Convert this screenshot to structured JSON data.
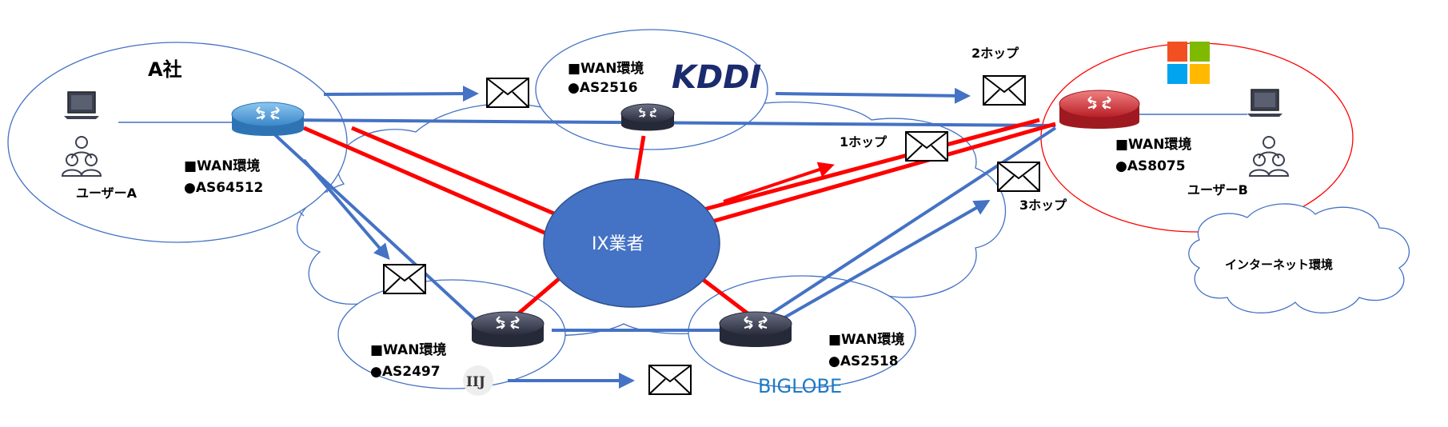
{
  "company": {
    "name": "A社"
  },
  "user_a": {
    "label": "ユーザーA"
  },
  "user_b": {
    "label": "ユーザーB"
  },
  "as_a": {
    "env": "■WAN環境",
    "as": "●AS64512"
  },
  "as_kddi": {
    "env": "■WAN環境",
    "as": "●AS2516",
    "logo": "KDDI"
  },
  "as_iij": {
    "env": "■WAN環境",
    "as": "●AS2497",
    "logo": "IIJ"
  },
  "as_biglobe": {
    "env": "■WAN環境",
    "as": "●AS2518",
    "logo": "BIGLOBE"
  },
  "as_b": {
    "env": "■WAN環境",
    "as": "●AS8075"
  },
  "ix": {
    "label": "IX業者"
  },
  "hops": {
    "hop1": "1ホップ",
    "hop2": "2ホップ",
    "hop3": "3ホップ"
  },
  "internet": {
    "label": "インターネット環境"
  },
  "colors": {
    "blue_line": "#4472C4",
    "red_line": "#FF0000",
    "ix_fill": "#4472C4",
    "router_blue": "#5BA3D9",
    "router_red": "#D9363E",
    "router_dark": "#3B3F51"
  }
}
